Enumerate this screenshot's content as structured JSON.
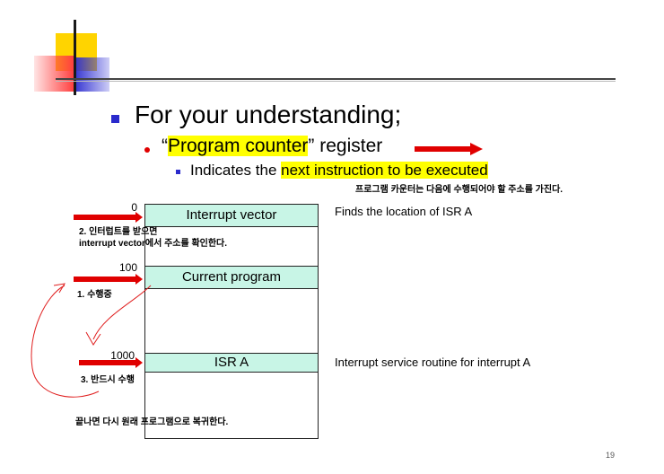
{
  "slide": {
    "bullet1": "For your understanding;",
    "bullet2_pre": "“",
    "bullet2_highlight": "Program counter",
    "bullet2_post": "” register",
    "bullet3_pre": "Indicates the ",
    "bullet3_highlight": "next instruction to be executed",
    "korean_note": "프로그램 카운터는 다음에 수행되어야 할 주소를 가진다.",
    "page_number": "19"
  },
  "diagram": {
    "slots": [
      {
        "label": "Interrupt vector",
        "address": "0",
        "description": "Finds the location of ISR A"
      },
      {
        "label": "Current program",
        "address": "100",
        "description": ""
      },
      {
        "label": "ISR A",
        "address": "1000",
        "description": "Interrupt service routine for interrupt A"
      }
    ],
    "step2_line1": "2. 인터럽트를 받으면",
    "step2_line2": "interrupt vector에서 주소를 확인한다.",
    "step1": "1. 수행중",
    "step3": "3. 반드시 수행",
    "return_note": "끝나면 다시 원래 프로그램으로 복귀한다."
  },
  "colors": {
    "accent_red": "#e00000",
    "highlight": "#ffff00",
    "slot_fill": "#c8f5e6",
    "bullet_blue": "#2a2acc"
  }
}
